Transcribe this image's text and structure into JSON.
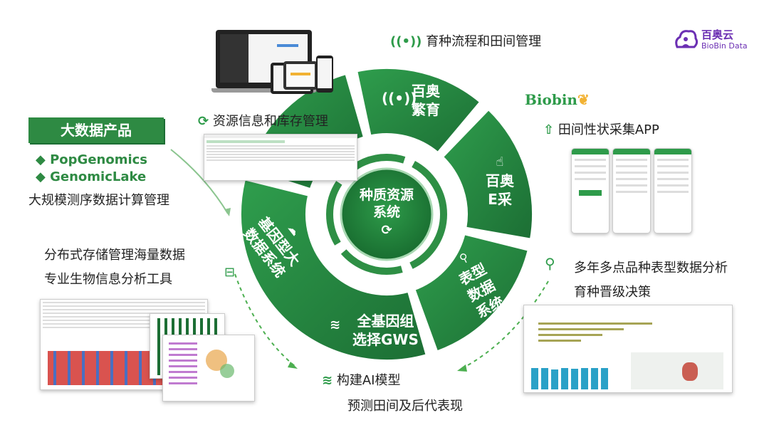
{
  "brand": {
    "cn": "百奥云",
    "en": "BioBin Data",
    "color": "#6b2fb3"
  },
  "biobin_logo_text": "Biobin",
  "colors": {
    "green_dark": "#1f7a3a",
    "green_mid": "#2e9b4a",
    "green_light": "#4caf50"
  },
  "center": {
    "title_line1": "种质资源",
    "title_line2": "系统"
  },
  "segments": {
    "breeding": {
      "line1": "百奥",
      "line2": "繁育"
    },
    "ecai": {
      "line1": "百奥",
      "line2": "E采"
    },
    "phenotype": {
      "line1": "表型",
      "line2": "数据",
      "line3": "系统"
    },
    "gws": {
      "line1": "全基因组",
      "line2": "选择GWS"
    },
    "genotype": {
      "line1": "基因型大",
      "line2": "数据系统"
    }
  },
  "features": {
    "breeding_flow": "育种流程和田间管理",
    "resource_info": "资源信息和库存管理",
    "field_app": "田间性状采集APP",
    "pheno_analysis_1": "多年多点品种表型数据分析",
    "pheno_analysis_2": "育种晋级决策",
    "ai_model_1": "构建AI模型",
    "ai_model_2": "预测田间及后代表现",
    "storage_1": "分布式存储管理海量数据",
    "storage_2": "专业生物信息分析工具"
  },
  "bigdata": {
    "title": "大数据产品",
    "item1": "◆ PopGenomics",
    "item2": "◆ GenomicLake",
    "desc": "大规模测序数据计算管理"
  }
}
